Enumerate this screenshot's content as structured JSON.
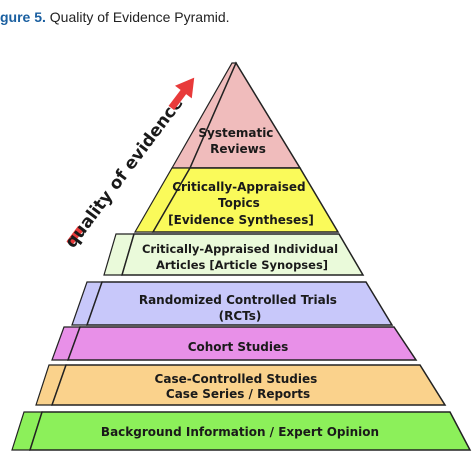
{
  "caption": {
    "label": "gure 5.",
    "text": "Quality of Evidence Pyramid."
  },
  "arrow_label": "quality of evidence",
  "levels": [
    {
      "lines": [
        "Systematic",
        "Reviews"
      ],
      "color": "#f0bcbc"
    },
    {
      "lines": [
        "Critically-Appraised",
        "Topics",
        "[Evidence Syntheses]"
      ],
      "color": "#fafa5a"
    },
    {
      "lines": [
        "Critically-Appraised Individual",
        "Articles [Article Synopses]"
      ],
      "color": "#eafada"
    },
    {
      "lines": [
        "Randomized Controlled Trials",
        "(RCTs)"
      ],
      "color": "#c8c8fa"
    },
    {
      "lines": [
        "Cohort Studies"
      ],
      "color": "#e890e8"
    },
    {
      "lines": [
        "Case-Controlled Studies",
        "Case Series / Reports"
      ],
      "color": "#fad28c"
    },
    {
      "lines": [
        "Background Information / Expert Opinion"
      ],
      "color": "#8cf05a"
    }
  ],
  "colors": {
    "outline": "#222222",
    "arrow": "#e83a3a"
  }
}
